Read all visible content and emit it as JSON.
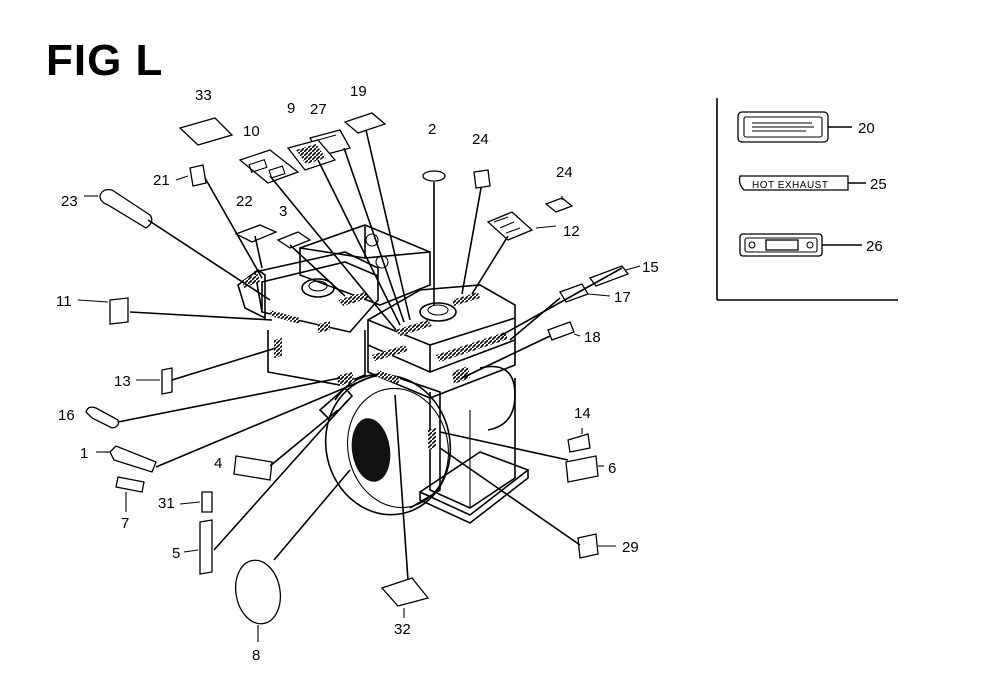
{
  "figure": {
    "title": "FIG L"
  },
  "callouts": [
    "1",
    "2",
    "3",
    "4",
    "5",
    "6",
    "7",
    "8",
    "9",
    "10",
    "11",
    "12",
    "13",
    "14",
    "15",
    "16",
    "17",
    "18",
    "19",
    "20",
    "21",
    "22",
    "23",
    "24",
    "25",
    "26",
    "27",
    "28",
    "29",
    "31",
    "32",
    "33"
  ],
  "inset": {
    "label_25_text": "HOT EXHAUST"
  }
}
